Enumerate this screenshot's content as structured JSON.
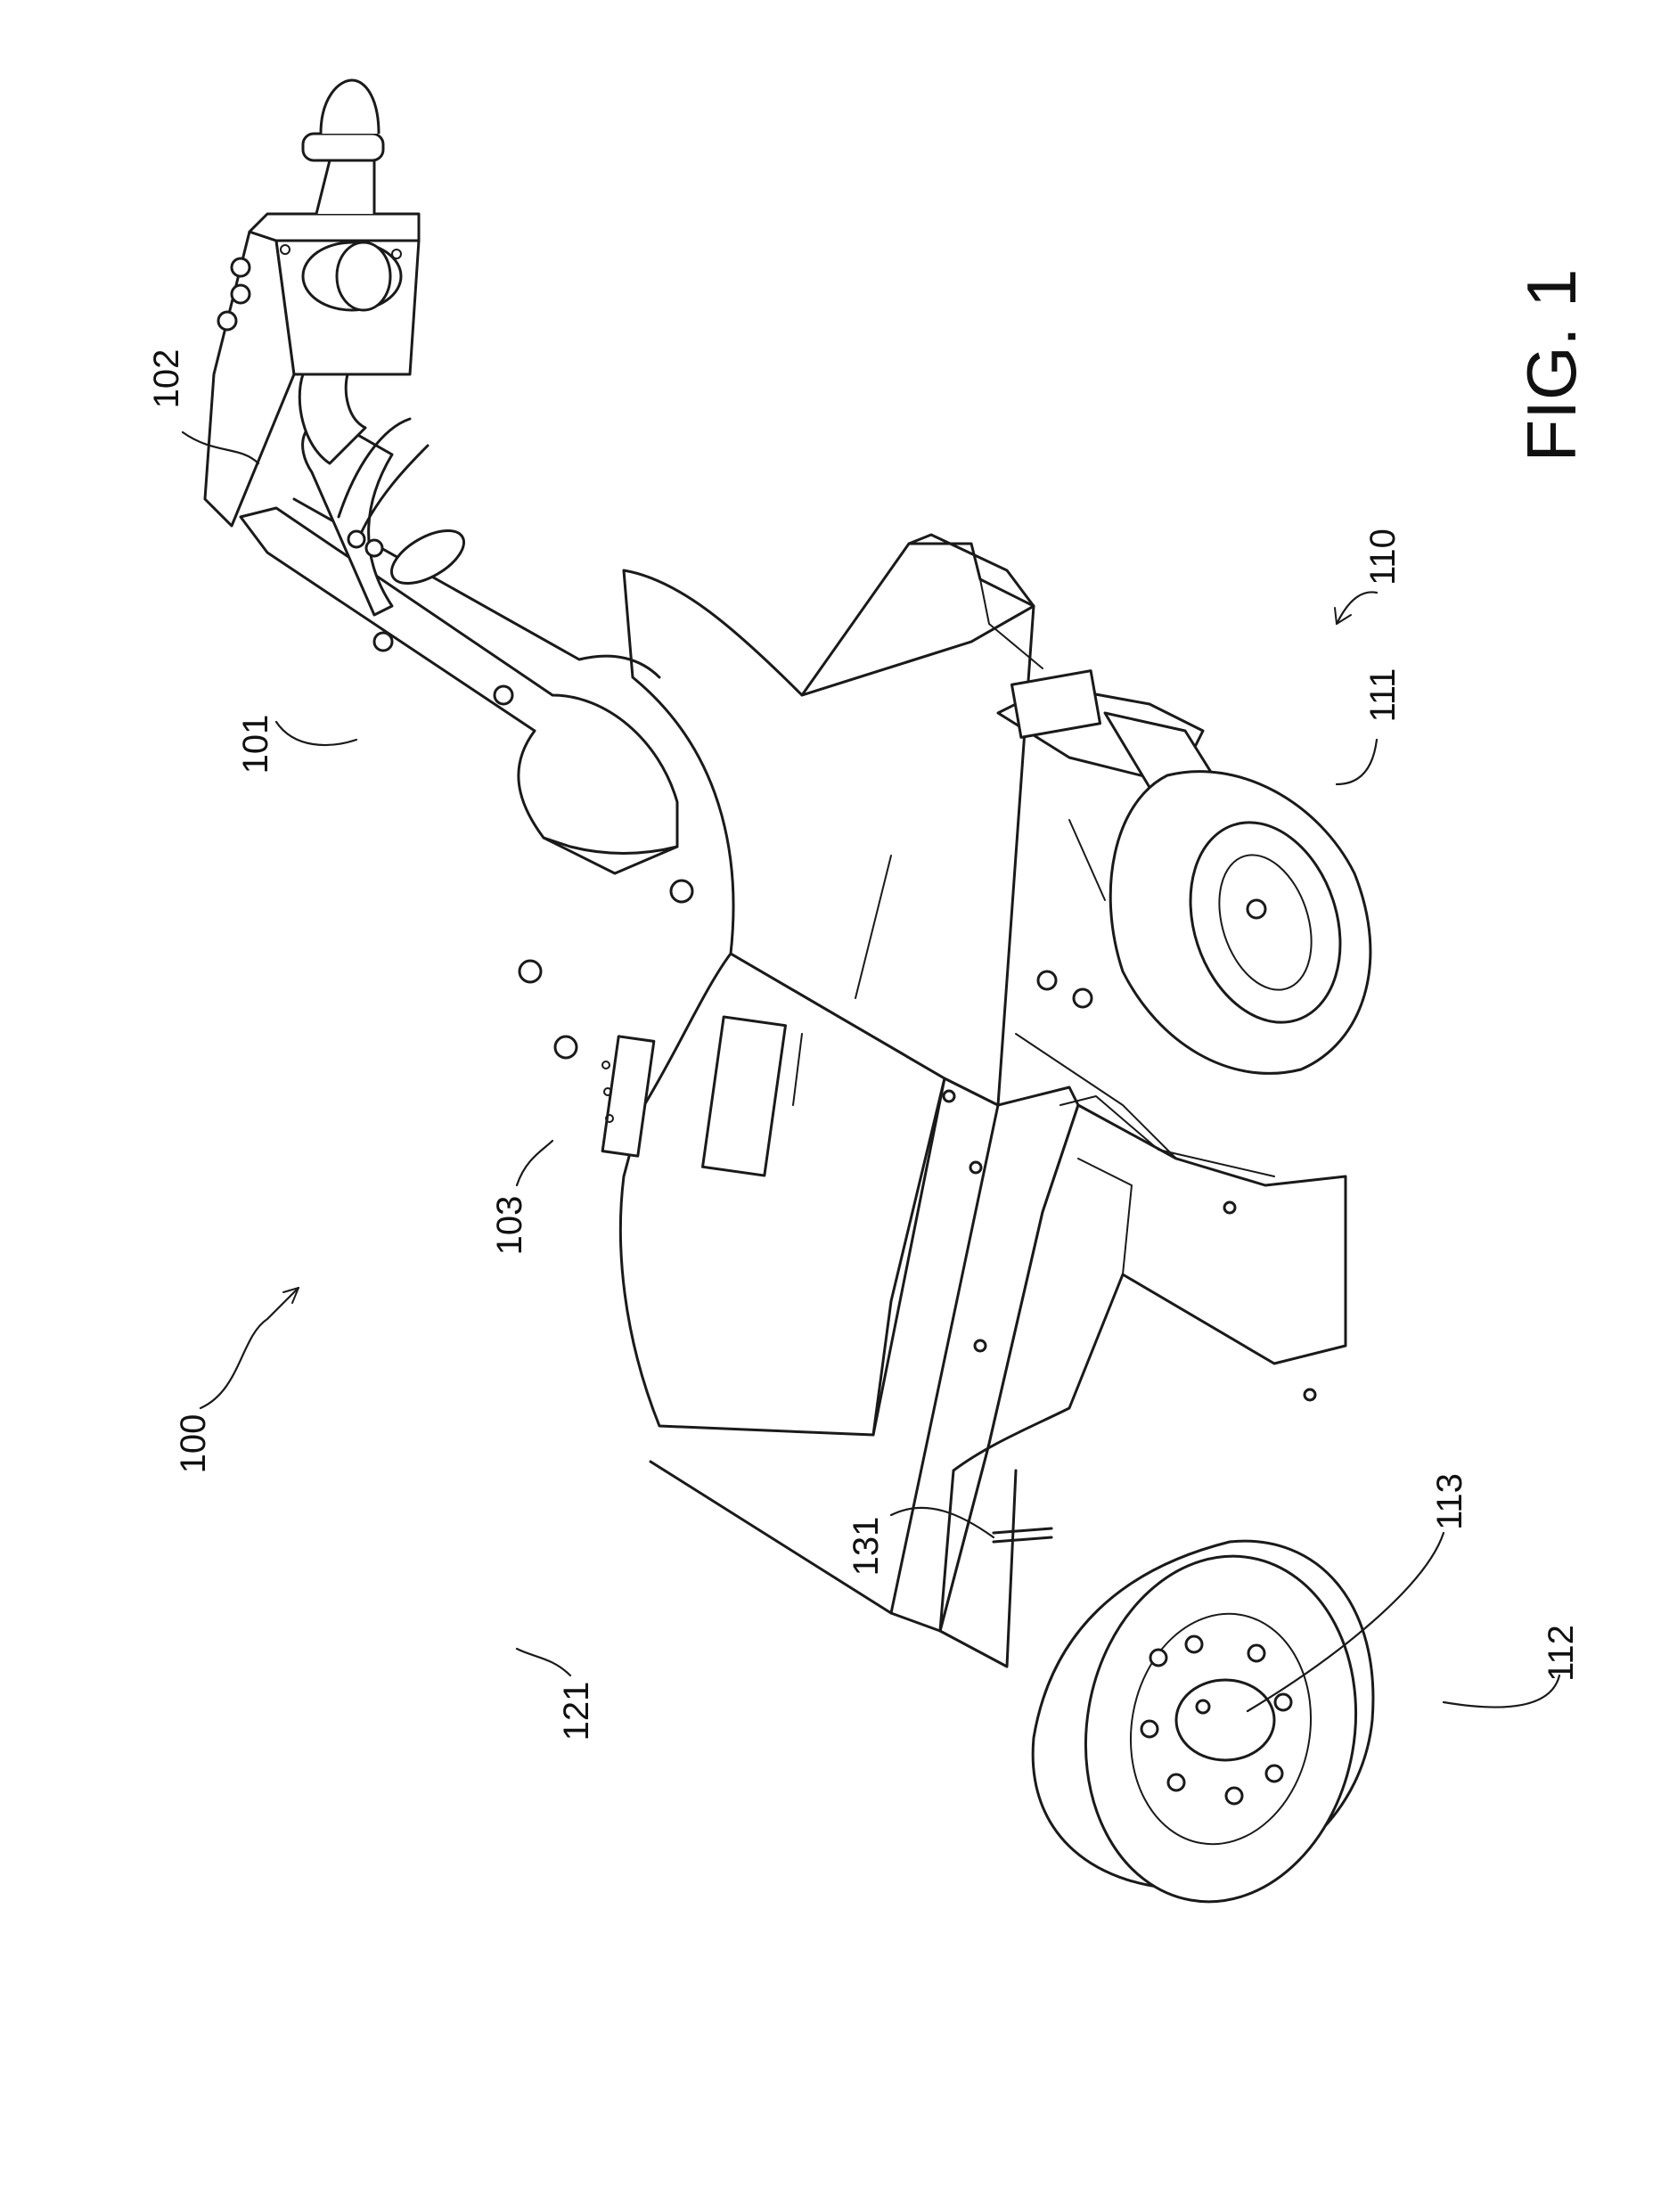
{
  "figure": {
    "title": "FIG. 1"
  },
  "refs": {
    "r100": "100",
    "r101": "101",
    "r102": "102",
    "r103": "103",
    "r110": "110",
    "r111": "111",
    "r112": "112",
    "r113": "113",
    "r121": "121",
    "r131": "131"
  }
}
